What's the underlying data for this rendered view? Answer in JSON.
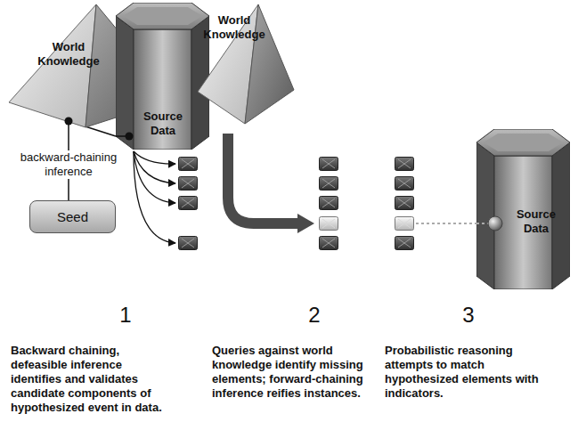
{
  "diagram": {
    "nodes": [
      {
        "text": [
          "World Knowledge"
        ]
      },
      {
        "text": [
          "Source Data"
        ]
      },
      {
        "text": [
          "Seed"
        ]
      },
      {
        "text": [
          "World Knowledge"
        ]
      },
      {
        "text": [
          "Source Data"
        ]
      }
    ],
    "edges": [
      {
        "from": 0,
        "to": 2,
        "arrow": "none",
        "label": "backward-chaining inference"
      },
      {
        "from": 0,
        "to": 1,
        "arrow": "none"
      }
    ],
    "labels": [
      "1",
      "2",
      "3",
      "Backward chaining, defeasible inference identifies and validates candidate components of hypothesized event in data.",
      "Queries against world knowledge identify missing elements; forward-chaining inference reifies instances.",
      "Probabilistic reasoning attempts to match hypothesized elements with indicators."
    ]
  }
}
